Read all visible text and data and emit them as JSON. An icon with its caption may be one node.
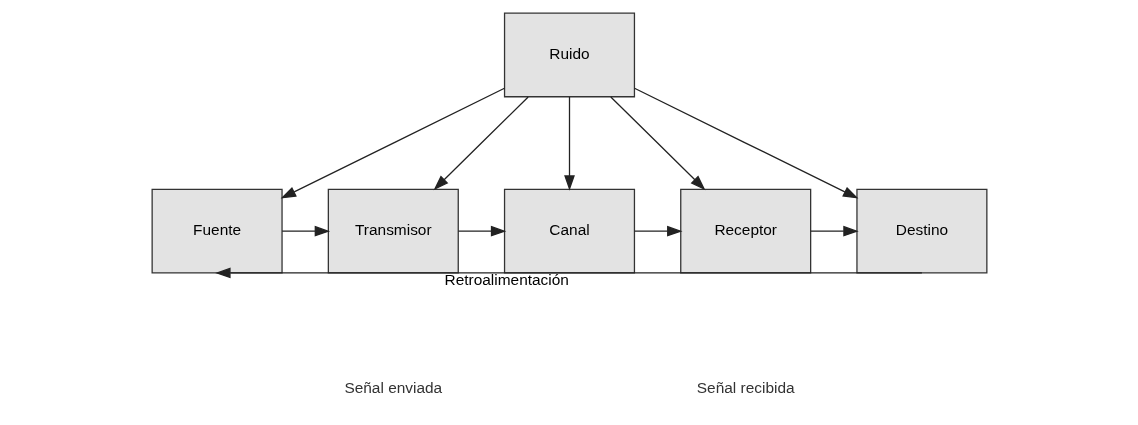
{
  "diagram": {
    "nodes": [
      {
        "text": [
          "Ruido"
        ]
      },
      {
        "text": [
          "Fuente"
        ]
      },
      {
        "text": [
          "Transmisor"
        ]
      },
      {
        "text": [
          "Canal"
        ]
      },
      {
        "text": [
          "Receptor"
        ]
      },
      {
        "text": [
          "Destino"
        ]
      }
    ],
    "edges": [
      {
        "from": 0,
        "to": 1,
        "arrow": "to"
      },
      {
        "from": 0,
        "to": 2,
        "arrow": "to"
      },
      {
        "from": 0,
        "to": 3,
        "arrow": "to"
      },
      {
        "from": 0,
        "to": 4,
        "arrow": "to"
      },
      {
        "from": 0,
        "to": 5,
        "arrow": "to"
      },
      {
        "from": 1,
        "to": 2,
        "arrow": "to"
      },
      {
        "from": 2,
        "to": 3,
        "arrow": "to"
      },
      {
        "from": 3,
        "to": 4,
        "arrow": "to"
      },
      {
        "from": 4,
        "to": 5,
        "arrow": "to"
      },
      {
        "from": 5,
        "to": 1,
        "arrow": "to",
        "label": "Retroalimentación"
      }
    ],
    "labels": [
      "Señal enviada",
      "Señal recibida"
    ]
  }
}
